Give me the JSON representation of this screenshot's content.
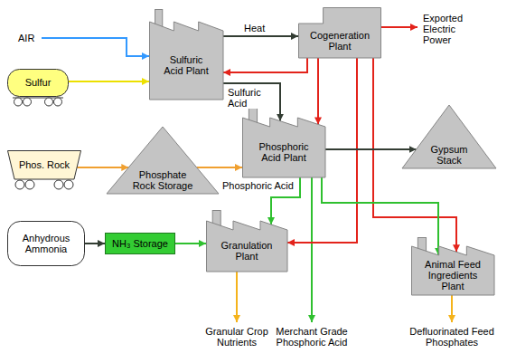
{
  "diagram": {
    "nodes": [
      {
        "text": [
          "Sulfuric Acid Plant"
        ]
      },
      {
        "text": [
          "Cogeneration Plant"
        ]
      },
      {
        "text": [
          "Sulfur"
        ]
      },
      {
        "text": [
          "Phos. Rock"
        ]
      },
      {
        "text": [
          "Phosphate Rock Storage"
        ]
      },
      {
        "text": [
          "Phosphoric Acid Plant"
        ]
      },
      {
        "text": [
          "Gypsum Stack"
        ]
      },
      {
        "text": [
          "Anhydrous Ammonia"
        ]
      },
      {
        "text": [
          "NH₃ Storage"
        ]
      },
      {
        "text": [
          "Granulation Plant"
        ]
      },
      {
        "text": [
          "Animal Feed Ingredients Plant"
        ]
      }
    ],
    "edges": [
      {
        "from": 0,
        "to": 1,
        "label": "Heat",
        "arrow": "to"
      },
      {
        "from": 1,
        "to": 0,
        "arrow": "to"
      },
      {
        "from": 2,
        "to": 0,
        "arrow": "to"
      },
      {
        "from": 0,
        "to": 5,
        "label": "Sulfuric Acid",
        "arrow": "to"
      },
      {
        "from": 1,
        "to": 5,
        "arrow": "to"
      },
      {
        "from": 1,
        "to": 9,
        "arrow": "to"
      },
      {
        "from": 1,
        "to": 10,
        "arrow": "to"
      },
      {
        "from": 3,
        "to": 4,
        "arrow": "to"
      },
      {
        "from": 4,
        "to": 5,
        "arrow": "to"
      },
      {
        "from": 5,
        "to": 6,
        "arrow": "to"
      },
      {
        "from": 5,
        "to": 9,
        "arrow": "to"
      },
      {
        "from": 5,
        "to": 10,
        "arrow": "to"
      },
      {
        "from": 7,
        "to": 8,
        "arrow": "to"
      },
      {
        "from": 8,
        "to": 9,
        "arrow": "to"
      }
    ],
    "labels": [
      "AIR",
      "Exported Electric Power",
      "Phosphoric Acid",
      "Granular Crop Nutrients",
      "Merchant Grade Phosphoric Acid",
      "Defluorinated Feed Phosphates"
    ]
  }
}
